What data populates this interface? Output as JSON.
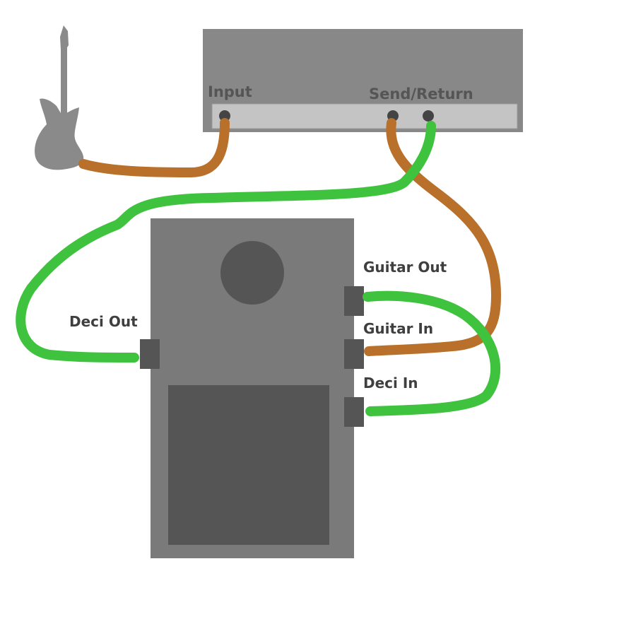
{
  "amp": {
    "input_label": "Input",
    "send_return_label": "Send/Return"
  },
  "pedal": {
    "guitar_out_label": "Guitar Out",
    "guitar_in_label": "Guitar In",
    "deci_in_label": "Deci In",
    "deci_out_label": "Deci Out"
  },
  "colors": {
    "orange_cable": "#b8702a",
    "green_cable": "#3fc33f",
    "amp_body": "#888888",
    "amp_panel": "#c4c4c4",
    "pedal_body": "#7a7a7a",
    "pedal_dark": "#555555",
    "guitar": "#8a8a8a"
  }
}
